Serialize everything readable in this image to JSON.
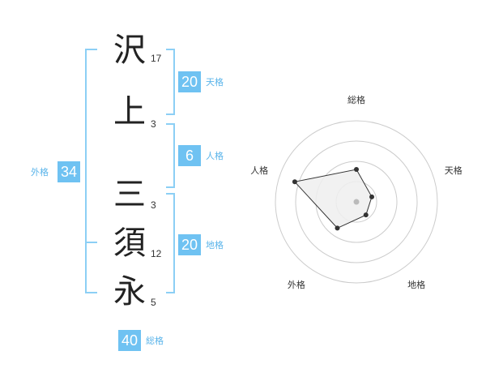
{
  "name": {
    "chars": [
      {
        "char": "沢",
        "strokes": "17"
      },
      {
        "char": "上",
        "strokes": "3"
      },
      {
        "char": "三",
        "strokes": "3"
      },
      {
        "char": "須",
        "strokes": "12"
      },
      {
        "char": "永",
        "strokes": "5"
      }
    ]
  },
  "fortune": {
    "tenkaku": {
      "value": "20",
      "label": "天格"
    },
    "jinkaku": {
      "value": "6",
      "label": "人格"
    },
    "chikaku": {
      "value": "20",
      "label": "地格"
    },
    "gaikaku": {
      "value": "34",
      "label": "外格"
    },
    "soukaku": {
      "value": "40",
      "label": "総格"
    }
  },
  "colors": {
    "accent": "#6fc2f2",
    "bracket": "#8ccff5",
    "label": "#5ab4ea"
  },
  "chart_data": {
    "type": "radar",
    "axes": [
      "総格",
      "天格",
      "地格",
      "外格",
      "人格"
    ],
    "values": [
      2,
      1,
      1,
      2,
      4
    ],
    "max": 5,
    "rings": 4
  }
}
